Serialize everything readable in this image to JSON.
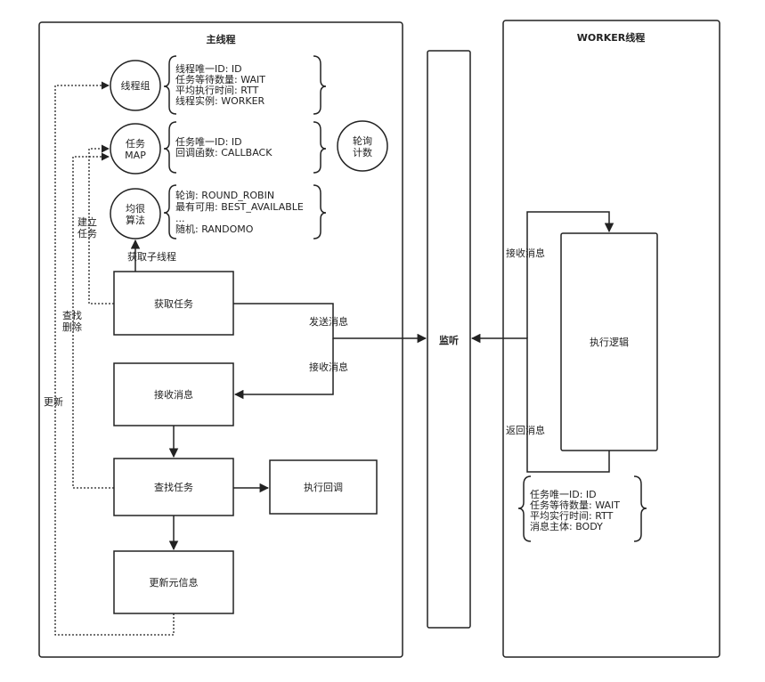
{
  "main_thread": {
    "title": "主线程",
    "thread_group": {
      "label": "线程组",
      "props": [
        "线程唯一ID:  ID",
        "任务等待数量: WAIT",
        "平均执行时间: RTT",
        "线程实例: WORKER"
      ]
    },
    "task_map": {
      "label_line1": "任务",
      "label_line2": "MAP",
      "props": [
        "任务唯一ID: ID",
        "回调函数: CALLBACK"
      ]
    },
    "poll_counter": {
      "line1": "轮询",
      "line2": "计数"
    },
    "balancer": {
      "label_line1": "均很",
      "label_line2": "算法",
      "props": [
        "轮询: ROUND_ROBIN",
        "最有可用: BEST_AVAILABLE",
        "...",
        "随机: RANDOMO"
      ]
    },
    "get_child_thread": "获取子线程",
    "steps": {
      "get_task": "获取任务",
      "receive_msg": "接收消息",
      "find_task": "查找任务",
      "exec_callback": "执行回调",
      "update_meta": "更新元信息"
    },
    "edge_labels": {
      "create_line1": "建立",
      "create_line2": "任务",
      "find_line1": "查找",
      "find_line2": "删除",
      "update": "更新",
      "send": "发送消息",
      "receive": "接收消息"
    }
  },
  "listener": {
    "label": "监听"
  },
  "worker_thread": {
    "title": "WORKER线程",
    "exec_logic": "执行逻辑",
    "receive": "接收消息",
    "return": "返回消息",
    "props": [
      "任务唯一ID: ID",
      "任务等待数量: WAIT",
      "平均实行时间: RTT",
      "消息主体: BODY"
    ]
  }
}
